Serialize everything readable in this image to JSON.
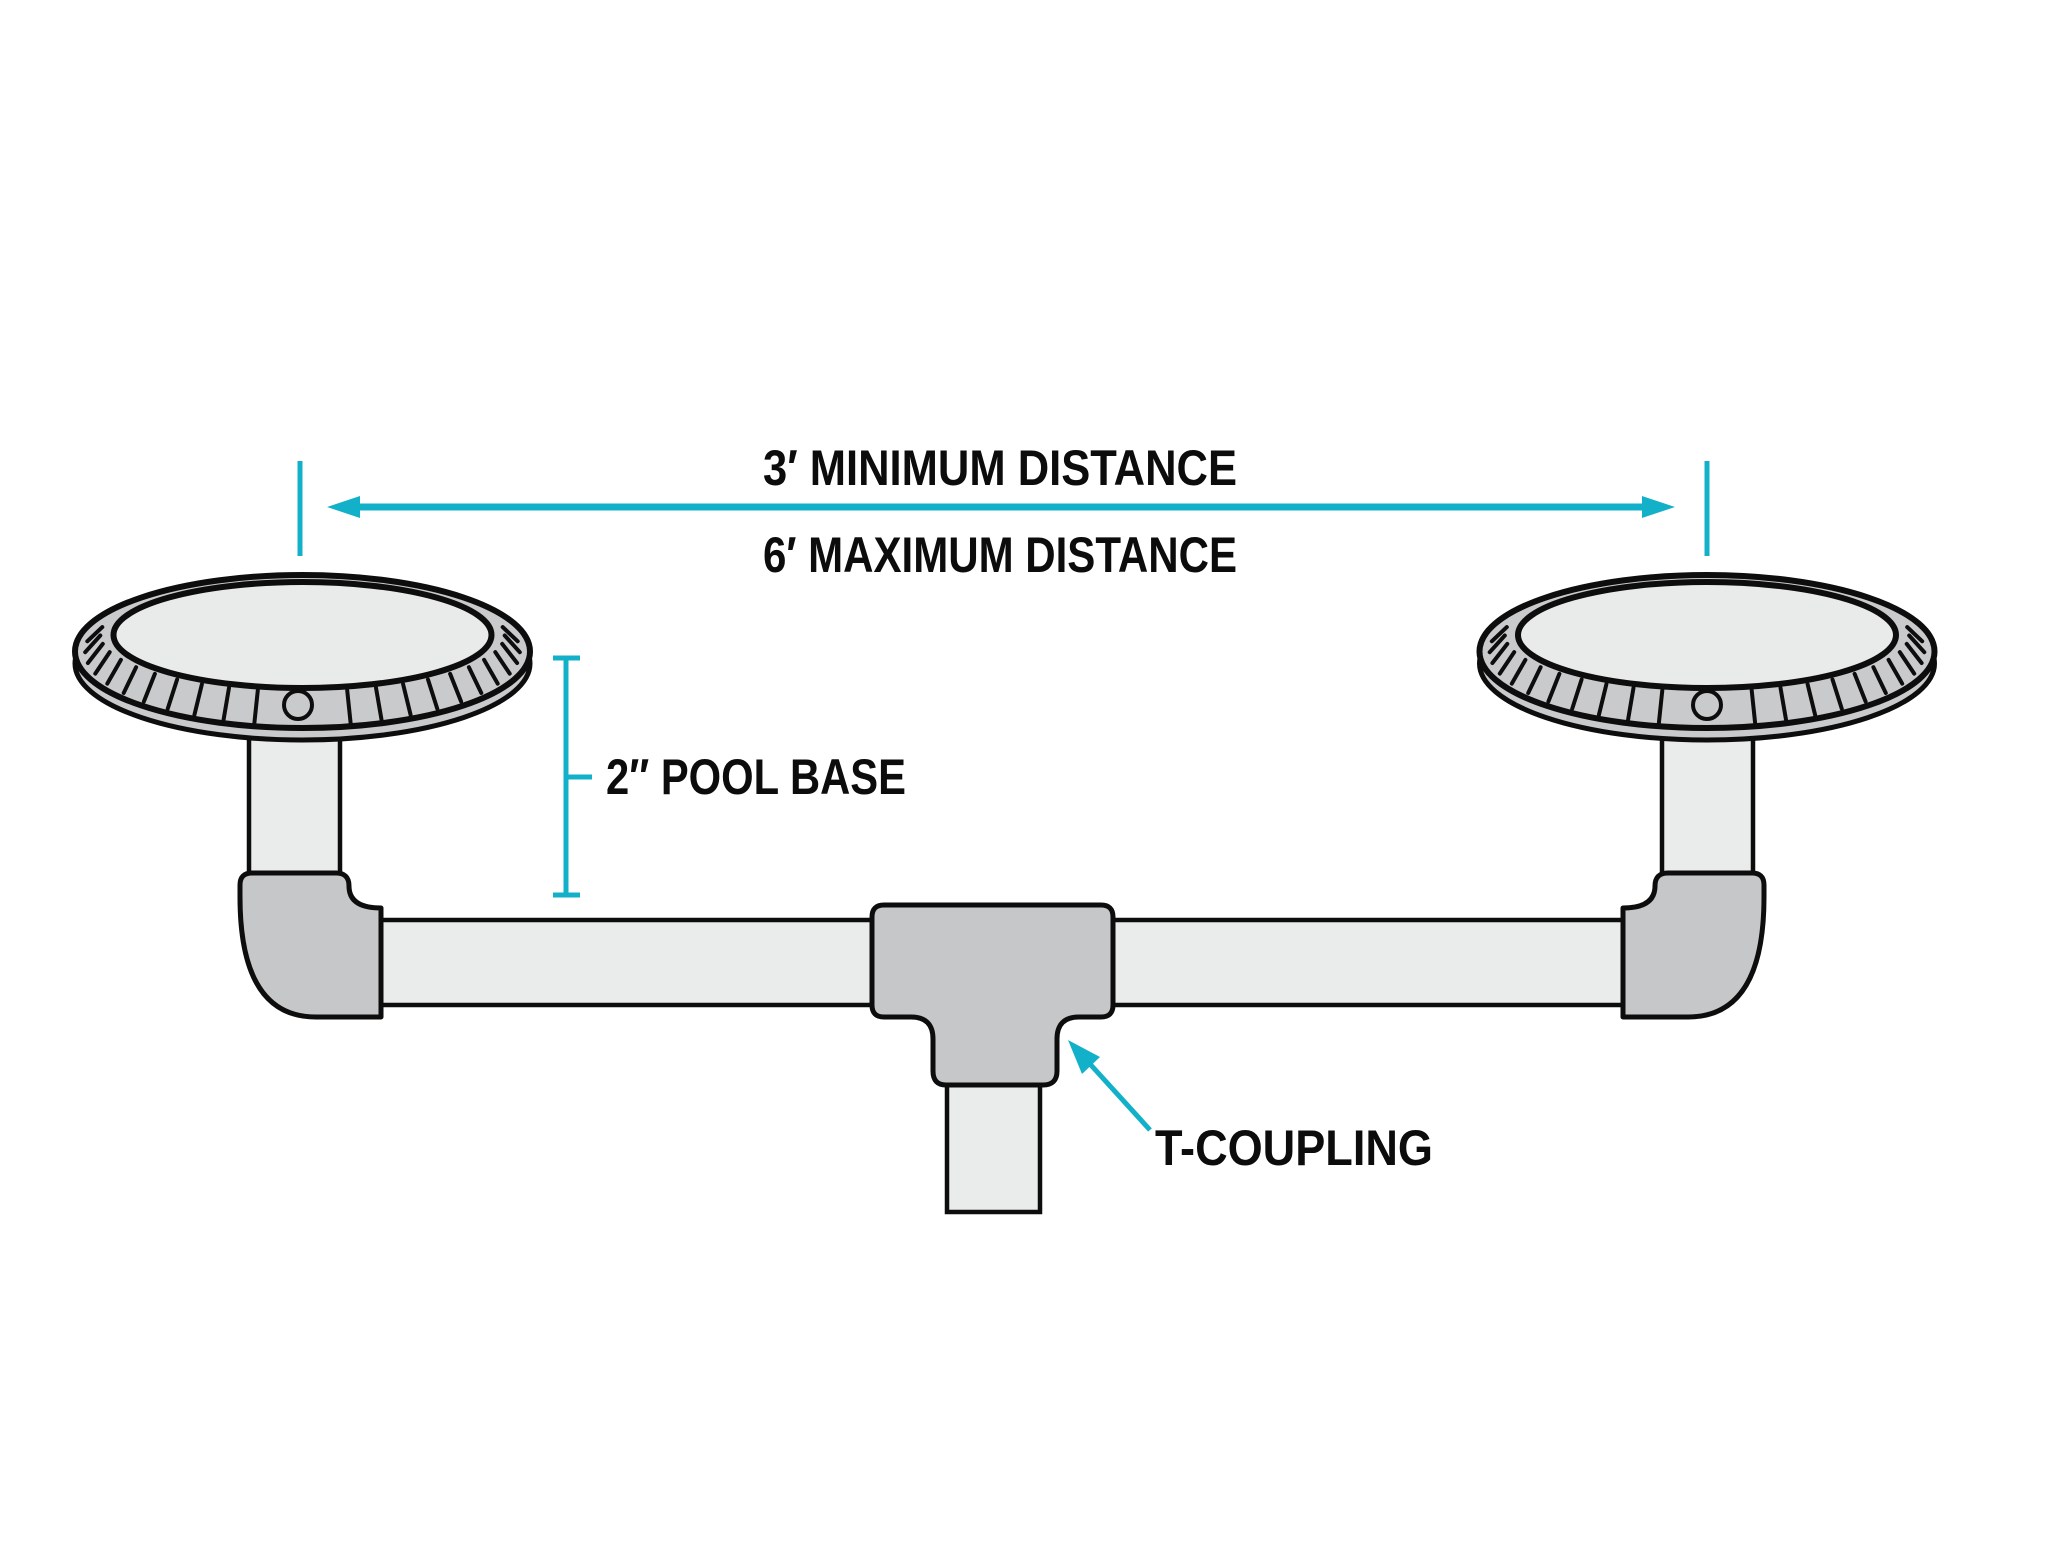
{
  "diagram": {
    "min_distance_label": "3′ MINIMUM DISTANCE",
    "max_distance_label": "6′ MAXIMUM DISTANCE",
    "pool_base_label": "2″ POOL BASE",
    "t_coupling_label": "T-COUPLING",
    "colors": {
      "accent_teal": "#13b0c9",
      "fitting_gray": "#c6c7c8",
      "pipe_gray": "#eaebeb",
      "rim_gray": "#c9cacb",
      "cover_top_gray": "#e9eaea",
      "outline_black": "#0d0d0d"
    }
  }
}
